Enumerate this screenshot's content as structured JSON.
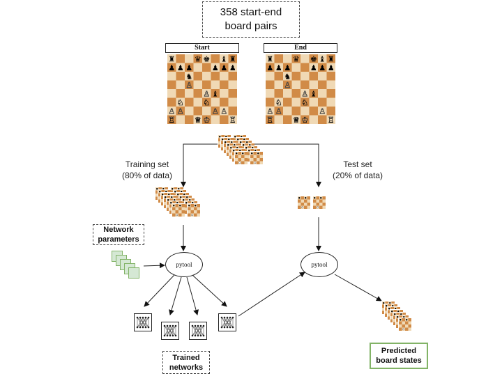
{
  "title": {
    "line1": "358 start-end",
    "line2": "board pairs"
  },
  "boards": {
    "start_label": "Start",
    "end_label": "End"
  },
  "splits": {
    "training": {
      "line1": "Training set",
      "line2": "(80% of data)"
    },
    "test": {
      "line1": "Test set",
      "line2": "(20% of data)"
    }
  },
  "network_parameters": {
    "line1": "Network",
    "line2": "parameters"
  },
  "tool_left": "pytool",
  "tool_right": "pytool",
  "trained_networks": {
    "line1": "Trained",
    "line2": "networks"
  },
  "predicted": {
    "line1": "Predicted",
    "line2": "board states"
  },
  "colors": {
    "light_square": "#f0d9b5",
    "dark_square": "#d18b47",
    "param_fill": "#d5e8d4",
    "param_border": "#82b366",
    "predicted_border": "#82b366"
  }
}
